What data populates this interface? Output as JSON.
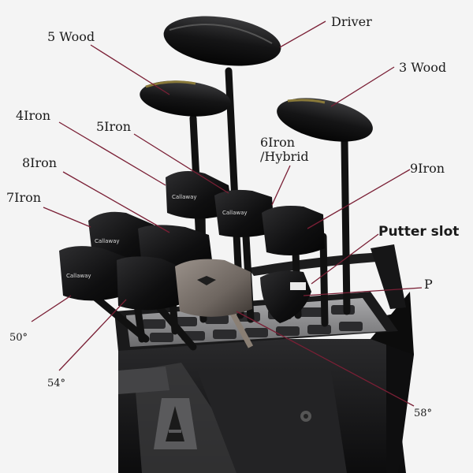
{
  "labels": {
    "driver": "Driver",
    "wood5": "5 Wood",
    "wood3": "3 Wood",
    "iron4": "4Iron",
    "iron5": "5Iron",
    "iron6": "6Iron\n/Hybrid",
    "iron8": "8Iron",
    "iron9": "9Iron",
    "iron7": "7Iron",
    "putter_slot": "Putter slot",
    "p": "P",
    "wedge50": "50°",
    "wedge54": "54°",
    "wedge58": "58°"
  },
  "brand": {
    "head_text": "Callaway",
    "bag_logo": "A"
  },
  "colors": {
    "background": "#f4f4f4",
    "leader_line": "#7a1f35",
    "label_text": "#1a1a1a",
    "bag_body": "#1c1c1e",
    "grid_grey": "#8e8e90",
    "raw_wedge": "#6e6660"
  }
}
